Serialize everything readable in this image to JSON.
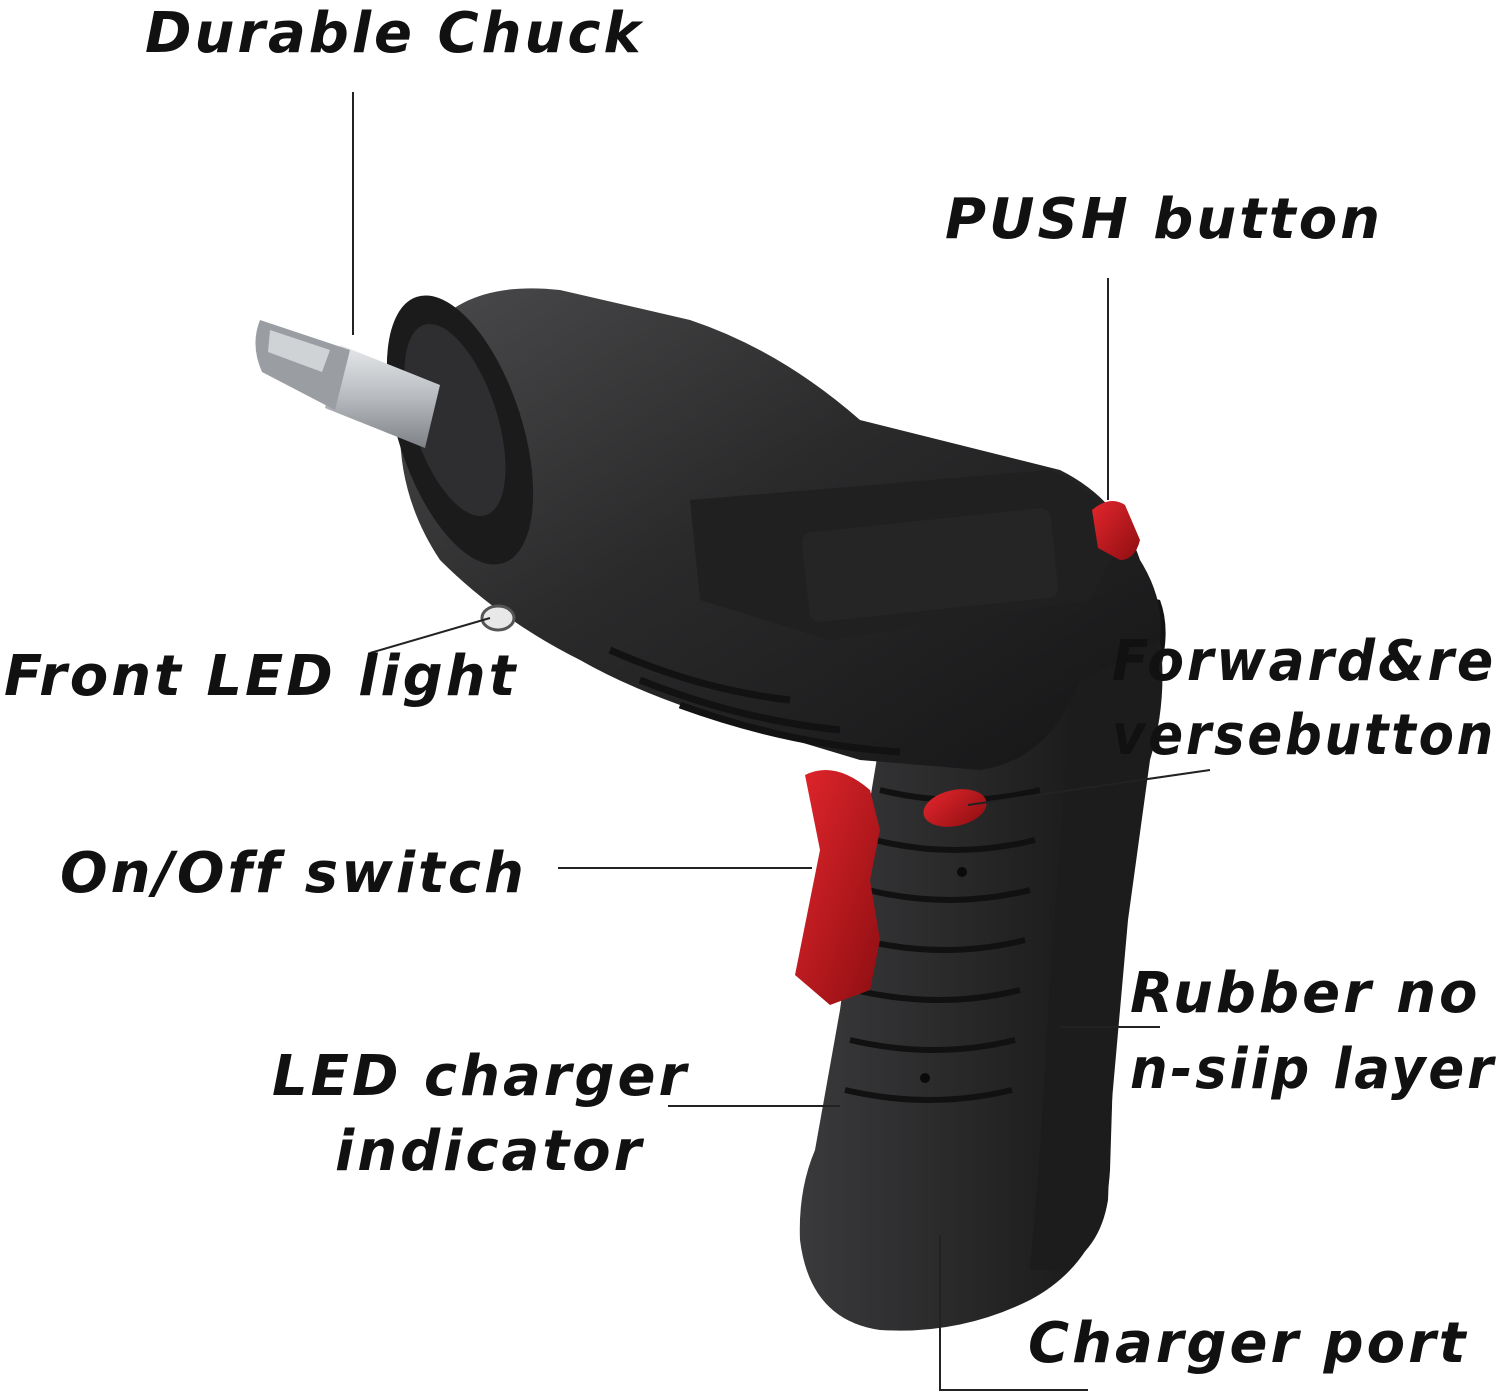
{
  "colors": {
    "background": "#ffffff",
    "tool_body": "#2a2a2b",
    "tool_shadow": "#151516",
    "tool_highlight": "#4a4a4c",
    "accent_red": "#c4161c",
    "bit_metal": "#b8bcc0",
    "ink": "#111111"
  },
  "labels": {
    "durable_chuck": "Durable Chuck",
    "push_button": "PUSH button",
    "front_led": "Front LED light",
    "forward_reverse_1": "Forward&re",
    "forward_reverse_2": "versebutton",
    "on_off": "On/Off switch",
    "rubber_1": "Rubber no",
    "rubber_2": "n-siip layer",
    "led_charger_1": "LED charger",
    "led_charger_2": "indicator",
    "charger_port": "Charger port"
  }
}
